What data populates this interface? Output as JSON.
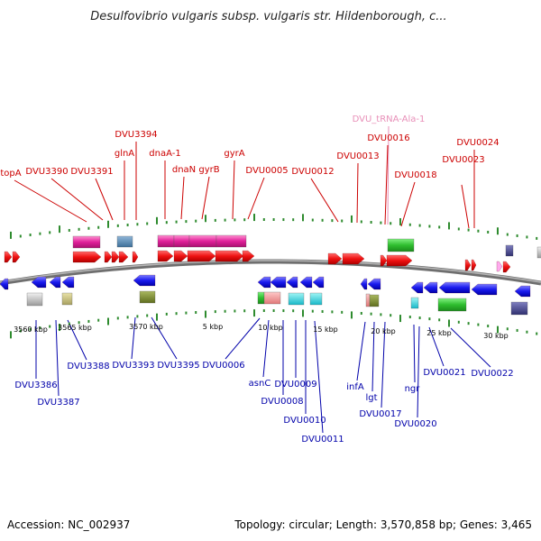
{
  "title": "Desulfovibrio vulgaris subsp. vulgaris str. Hildenborough, c...",
  "accession": "Accession: NC_002937",
  "topology": "Topology: circular; Length: 3,570,858 bp; Genes: 3,465",
  "colors": {
    "top_label": "#cc0000",
    "trna_label": "#e88fb8",
    "bottom_label": "#0000aa",
    "forward_arrow": "#ee1111",
    "reverse_arrow": "#1a1aee",
    "backbone": "#808080",
    "tick": "#2e8b2e"
  },
  "scale_labels": [
    "3560 kbp",
    "3565 kbp",
    "3570 kbp",
    "5 kbp",
    "10 kbp",
    "15 kbp",
    "20 kbp",
    "25 kbp",
    "30 kbp"
  ],
  "top_genes": [
    "topA",
    "DVU3390",
    "DVU3391",
    "glnA",
    "DVU3394",
    "dnaA-1",
    "dnaN",
    "gyrB",
    "gyrA",
    "DVU0005",
    "DVU0012",
    "DVU0013",
    "DVU_tRNA-Ala-1",
    "DVU0016",
    "DVU0018",
    "DVU0023",
    "DVU0024"
  ],
  "bottom_genes": [
    "DVU3386",
    "DVU3387",
    "DVU3388",
    "DVU3393",
    "DVU3395",
    "DVU0006",
    "asnC",
    "DVU0008",
    "DVU0009",
    "DVU0010",
    "DVU0011",
    "infA",
    "lgt",
    "DVU0017",
    "ngr",
    "DVU0020",
    "DVU0021",
    "DVU0022"
  ]
}
